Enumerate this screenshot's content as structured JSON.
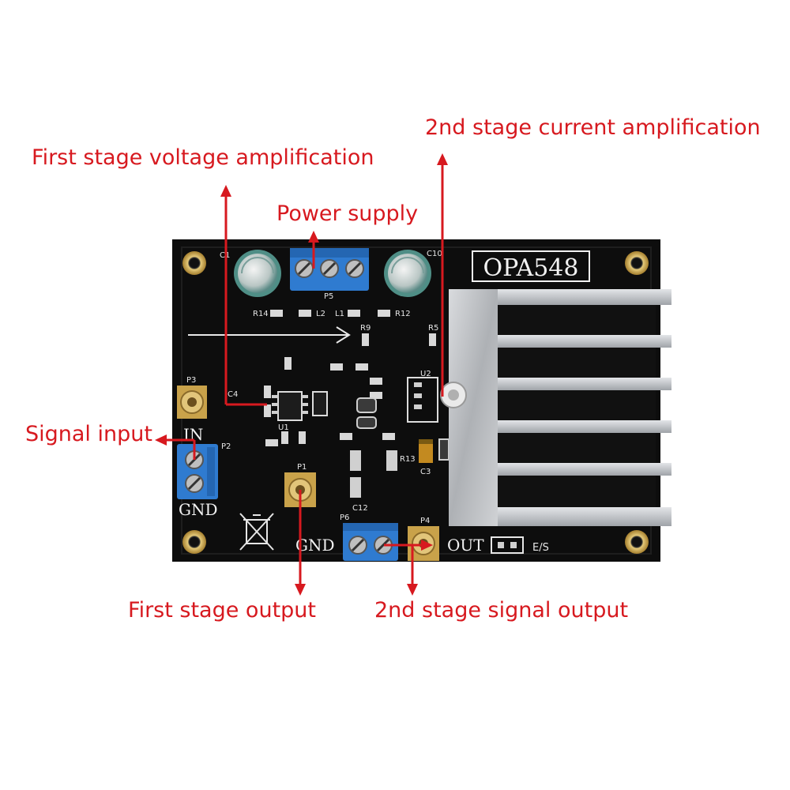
{
  "colors": {
    "annotation": "#d7191f",
    "pcb": "#0d0d0d",
    "terminal_block": "#2f7bd0",
    "heatsink": "#b9bcc0",
    "gold": "#c9a24a",
    "silkscreen": "#f2f2f2"
  },
  "callouts": {
    "voltage_amplification": "First stage voltage amplification",
    "current_amplification": "2nd stage current amplification",
    "power_supply": "Power supply",
    "signal_input": "Signal input",
    "first_stage_output": "First stage output",
    "second_stage_signal_output": "2nd stage signal output"
  },
  "board": {
    "chip_label": "OPA548",
    "in_label": "IN",
    "gnd_left_label": "GND",
    "gnd_bottom_label": "GND",
    "out_label": "OUT",
    "es_label": "E/S",
    "designators": {
      "p1": "P1",
      "p2": "P2",
      "p3": "P3",
      "p4": "P4",
      "p5": "P5",
      "p6": "P6",
      "c1": "C1",
      "c10": "C10",
      "c4": "C4",
      "c12": "C12",
      "c3": "C3",
      "r14": "R14",
      "r12": "R12",
      "r9": "R9",
      "r5": "R5",
      "l1": "L1",
      "l2": "L2",
      "u1": "U1",
      "u2": "U2",
      "r13": "R13"
    }
  },
  "icons": {
    "weee": "crossed-bin-icon",
    "mounting_hole": "mounting-hole-icon"
  }
}
